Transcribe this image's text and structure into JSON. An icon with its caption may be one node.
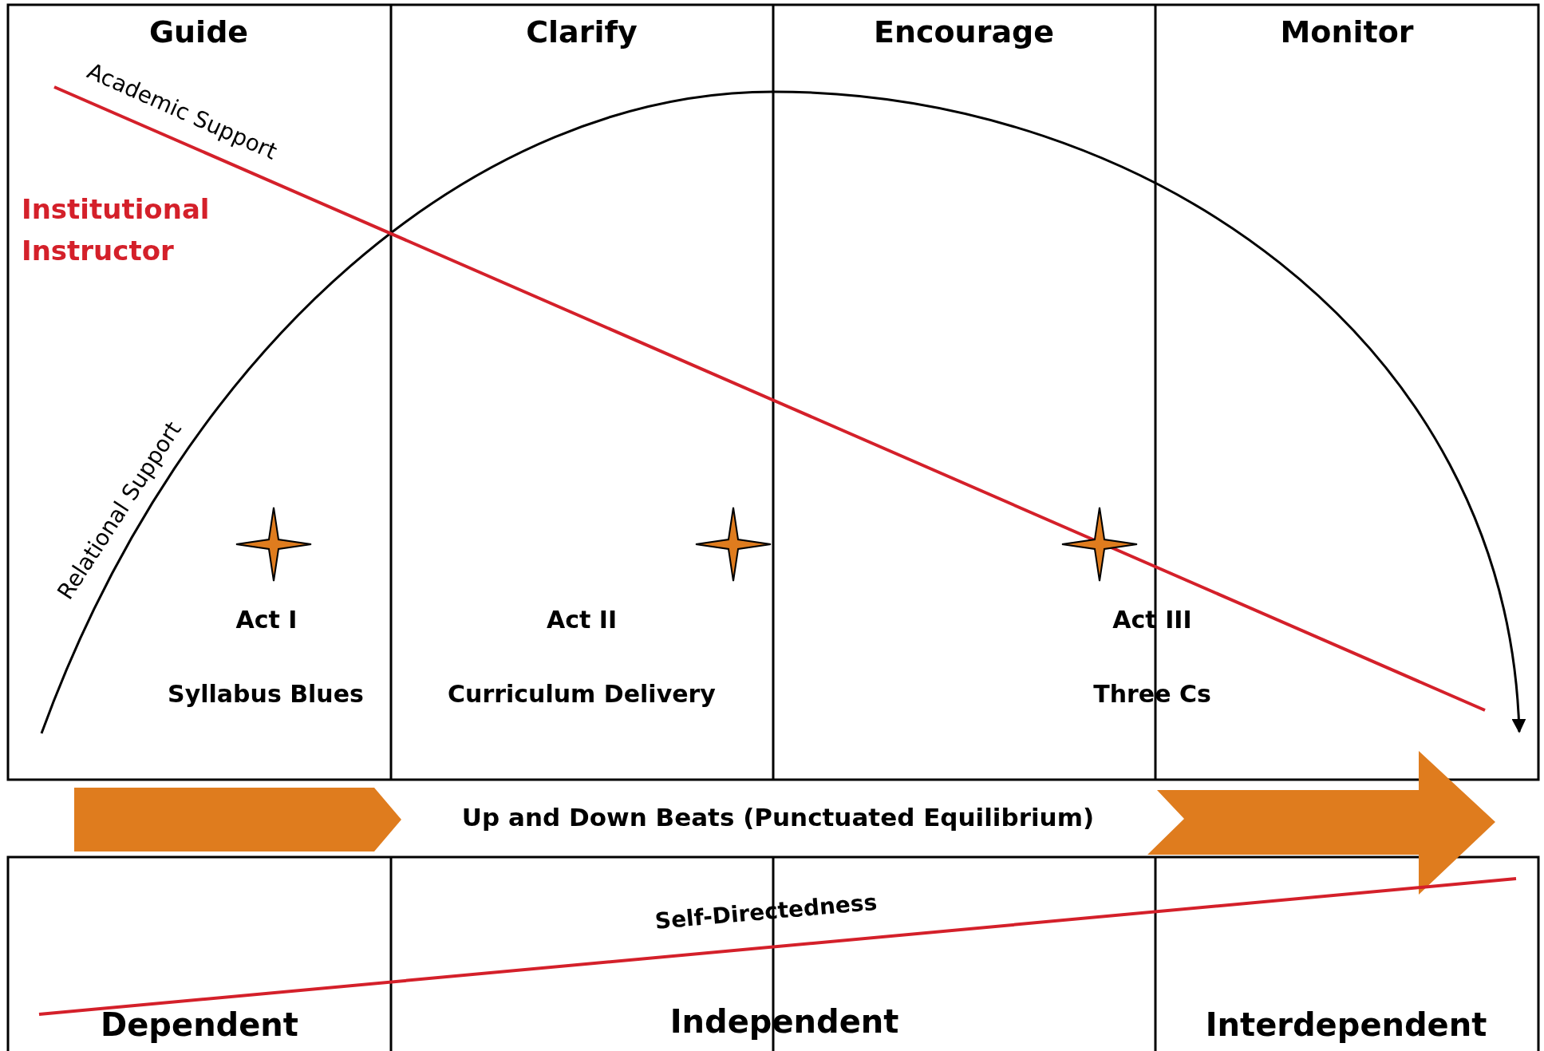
{
  "diagram": {
    "labels": [
      "Guide",
      "Clarify",
      "Encourage",
      "Monitor",
      "Academic Support",
      "Institutional",
      "Instructor",
      "Relational Support",
      "Act I",
      "Act II",
      "Act III",
      "Syllabus Blues",
      "Curriculum Delivery",
      "Three Cs",
      "Up and Down Beats (Punctuated Equilibrium)",
      "Self-Directedness",
      "Dependent",
      "Independent",
      "Interdependent"
    ]
  }
}
